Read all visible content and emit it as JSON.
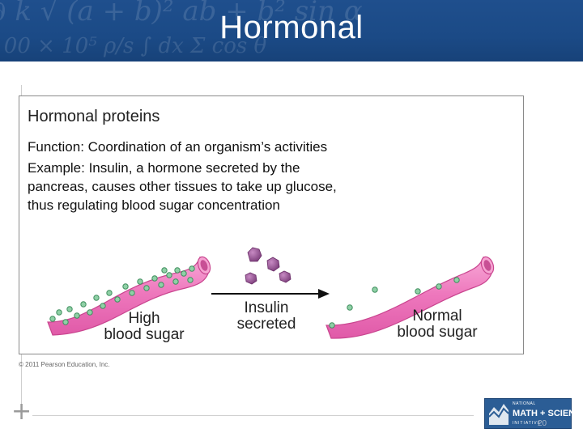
{
  "slide": {
    "title": "Hormonal",
    "page_number": "20"
  },
  "figure": {
    "heading": "Hormonal proteins",
    "function_text": "Function: Coordination of an organism’s activities",
    "example_lines": [
      "Example: Insulin, a hormone secreted by the",
      "pancreas, causes other tissues to take up glucose,",
      "thus regulating blood sugar concentration"
    ],
    "left_label": [
      "High",
      "blood sugar"
    ],
    "middle_label": [
      "Insulin",
      "secreted"
    ],
    "right_label": [
      "Normal",
      "blood sugar"
    ],
    "copyright": "© 2011 Pearson Education, Inc."
  },
  "logo": {
    "line1": "NATIONAL",
    "line2": "MATH + SCIENCE",
    "line3": "INITIATIVE"
  },
  "colors": {
    "header_blue": "#1f4f8d",
    "vessel_pink": "#f080c0",
    "glucose_green": "#8fd0a6",
    "insulin_purple": "#9a5a98"
  }
}
